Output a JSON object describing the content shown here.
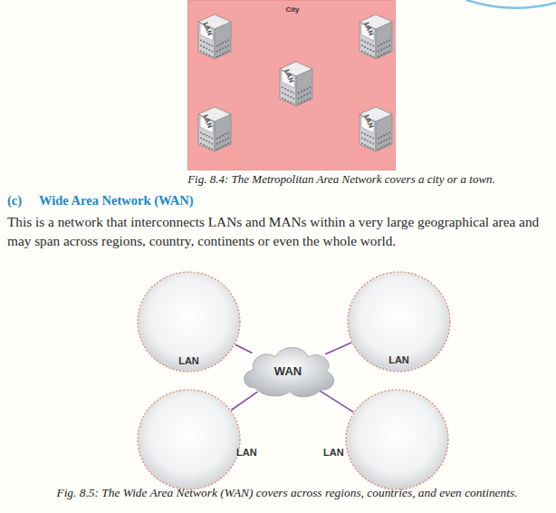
{
  "diagram": {
    "title": "Wide Area Network (WAN)",
    "caption": "Fig. 8.5: The Wide Area Network (WAN) covers across regions, countries, and even continents.",
    "nodes": [
      {
        "text": [
          "City"
        ]
      },
      {
        "text": [
          "LAN"
        ],
        "in": 0
      },
      {
        "text": [
          "LAN"
        ],
        "in": 0
      },
      {
        "text": [
          "LAN"
        ],
        "in": 0
      },
      {
        "text": [
          "LAN"
        ],
        "in": 0
      },
      {
        "text": [
          "LAN"
        ],
        "in": 0
      },
      {
        "text": [
          "LAN"
        ]
      },
      {
        "text": [
          "LAN"
        ]
      },
      {
        "text": [
          "WAN"
        ]
      },
      {
        "text": [
          "LAN"
        ]
      },
      {
        "text": [
          "LAN"
        ]
      }
    ],
    "edges": [
      {
        "from": 3,
        "to": 1,
        "arrow": "none"
      },
      {
        "from": 3,
        "to": 2,
        "arrow": "none"
      },
      {
        "from": 3,
        "to": 4,
        "arrow": "none"
      },
      {
        "from": 3,
        "to": 5,
        "arrow": "none"
      },
      {
        "from": 6,
        "to": 8,
        "arrow": "none"
      },
      {
        "from": 7,
        "to": 8,
        "arrow": "none"
      },
      {
        "from": 9,
        "to": 8,
        "arrow": "none"
      },
      {
        "from": 10,
        "to": 8,
        "arrow": "none"
      }
    ],
    "labels": [
      "Fig. 8.4: The Metropolitan Area Network covers a city or a town.",
      "(c)",
      "This is a network that interconnects LANs and MANs within a very large geographical area and may span across regions, country, continents or even the whole world."
    ]
  }
}
